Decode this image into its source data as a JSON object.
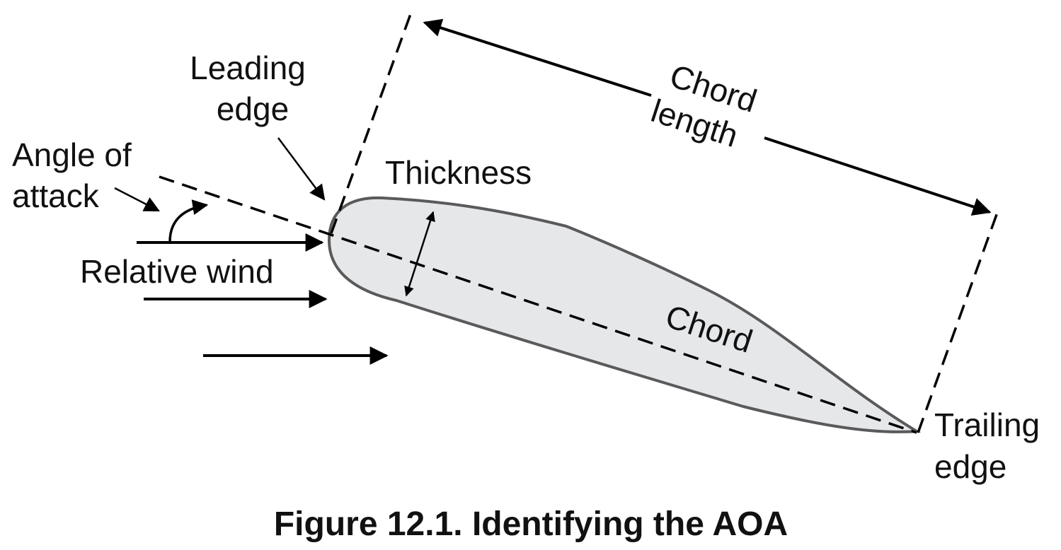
{
  "labels": {
    "leading_edge_1": "Leading",
    "leading_edge_2": "edge",
    "angle_of_attack_1": "Angle of",
    "angle_of_attack_2": "attack",
    "relative_wind": "Relative wind",
    "thickness": "Thickness",
    "chord_length_1": "Chord",
    "chord_length_2": "length",
    "chord": "Chord",
    "trailing_edge_1": "Trailing",
    "trailing_edge_2": "edge"
  },
  "caption": "Figure 12.1. Identifying the AOA",
  "colors": {
    "airfoil_fill": "#e6e7e9",
    "airfoil_stroke": "#5a5a5c",
    "line": "#000000"
  }
}
